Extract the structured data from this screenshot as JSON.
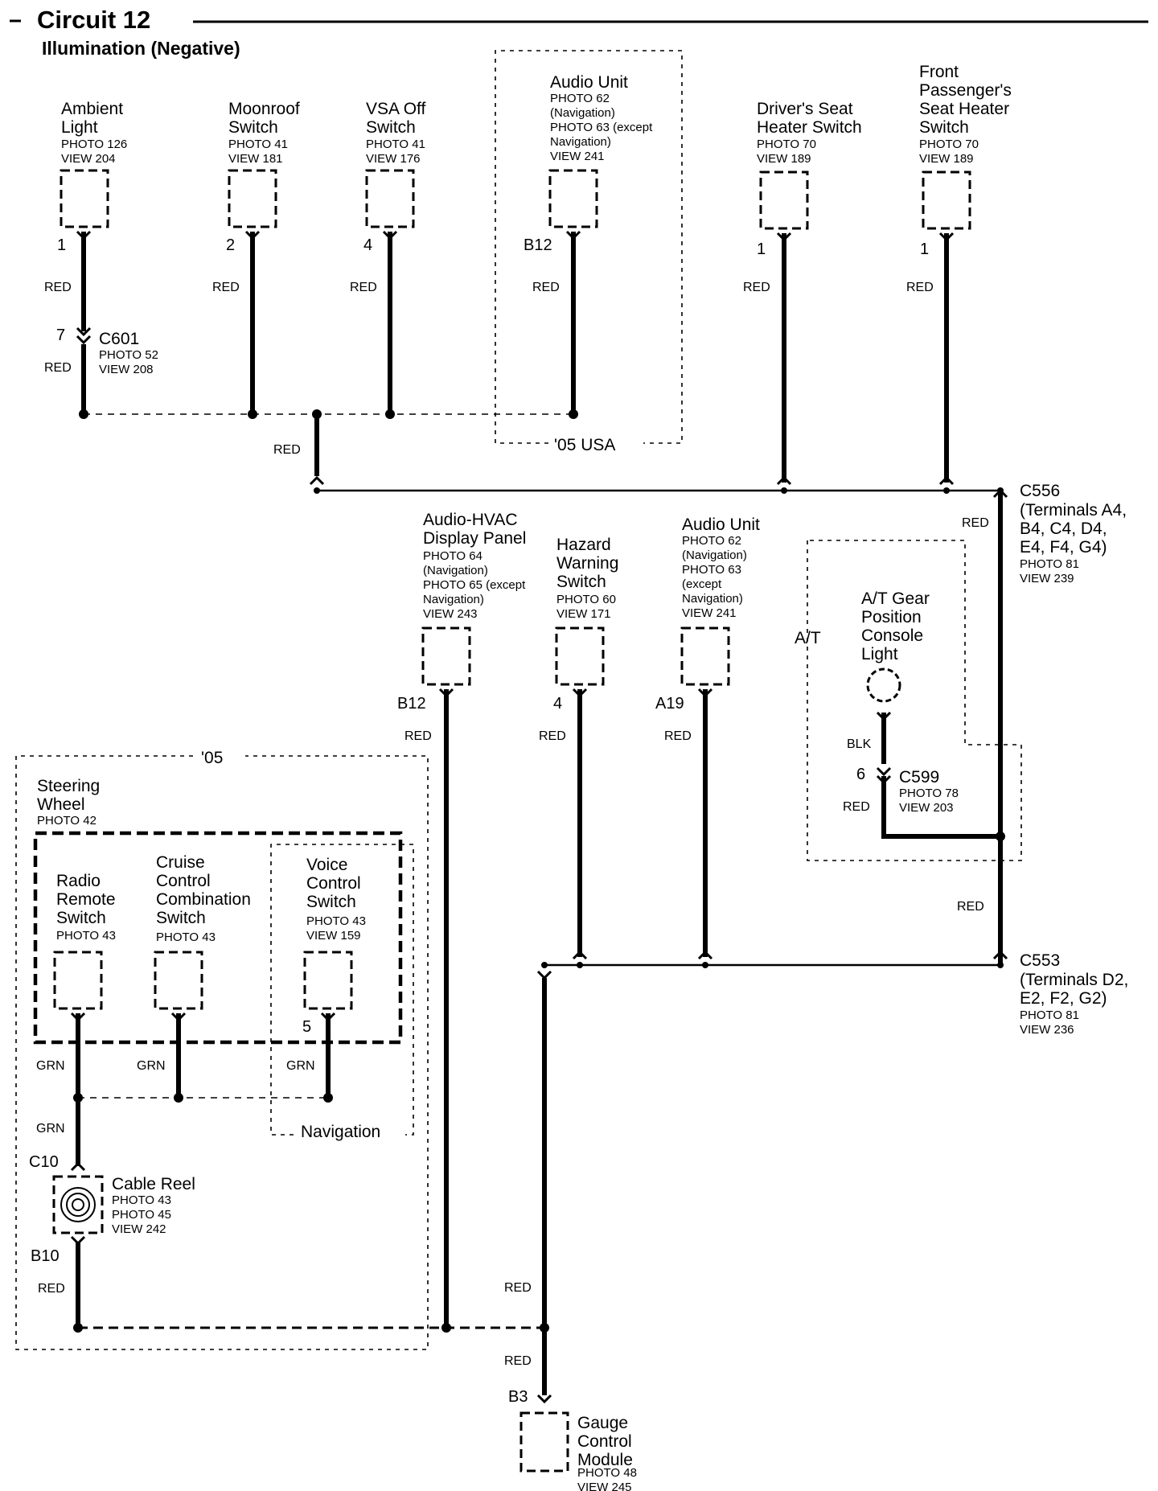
{
  "title": "Circuit 12",
  "subtitle": "Illumination (Negative)",
  "components": {
    "ambient_light": {
      "name": [
        "Ambient",
        "Light"
      ],
      "refs": [
        "PHOTO 126",
        "VIEW 204"
      ],
      "pin": "1",
      "wire": "RED"
    },
    "moonroof_switch": {
      "name": [
        "Moonroof",
        "Switch"
      ],
      "refs": [
        "PHOTO 41",
        "VIEW 181"
      ],
      "pin": "2",
      "wire": "RED"
    },
    "vsa_off_switch": {
      "name": [
        "VSA Off",
        "Switch"
      ],
      "refs": [
        "PHOTO 41",
        "VIEW 176"
      ],
      "pin": "4",
      "wire": "RED"
    },
    "audio_unit_top": {
      "name": [
        "Audio Unit"
      ],
      "refs": [
        "PHOTO 62",
        "(Navigation)",
        "PHOTO 63 (except",
        "Navigation)",
        "VIEW 241"
      ],
      "pin": "B12",
      "wire": "RED",
      "zone_label": "'05 USA"
    },
    "drivers_seat_heater_switch": {
      "name": [
        "Driver's Seat",
        "Heater Switch"
      ],
      "refs": [
        "PHOTO 70",
        "VIEW 189"
      ],
      "pin": "1",
      "wire": "RED"
    },
    "front_passenger_seat_heater_switch": {
      "name": [
        "Front",
        "Passenger's",
        "Seat Heater",
        "Switch"
      ],
      "refs": [
        "PHOTO 70",
        "VIEW 189"
      ],
      "pin": "1",
      "wire": "RED"
    },
    "audio_hvac_display_panel": {
      "name": [
        "Audio-HVAC",
        "Display Panel"
      ],
      "refs": [
        "PHOTO 64",
        "(Navigation)",
        "PHOTO 65 (except",
        "Navigation)",
        "VIEW 243"
      ],
      "pin": "B12",
      "wire": "RED"
    },
    "hazard_warning_switch": {
      "name": [
        "Hazard",
        "Warning",
        "Switch"
      ],
      "refs": [
        "PHOTO 60",
        "VIEW 171"
      ],
      "pin": "4",
      "wire": "RED"
    },
    "audio_unit_mid": {
      "name": [
        "Audio Unit"
      ],
      "refs": [
        "PHOTO 62",
        "(Navigation)",
        "PHOTO 63",
        "(except",
        "Navigation)",
        "VIEW 241"
      ],
      "pin": "A19",
      "wire": "RED"
    },
    "at_gear_position_console_light": {
      "name": [
        "A/T Gear",
        "Position",
        "Console",
        "Light"
      ],
      "zone_label": "A/T",
      "wire_top": "BLK",
      "wire_bottom": "RED"
    },
    "steering_wheel": {
      "zone_label": "'05",
      "name": [
        "Steering",
        "Wheel"
      ],
      "refs": [
        "PHOTO 42"
      ]
    },
    "radio_remote_switch": {
      "name": [
        "Radio",
        "Remote",
        "Switch"
      ],
      "refs": [
        "PHOTO 43"
      ],
      "wire": "GRN"
    },
    "cruise_control_combination_switch": {
      "name": [
        "Cruise",
        "Control",
        "Combination",
        "Switch"
      ],
      "refs": [
        "PHOTO 43"
      ],
      "wire": "GRN"
    },
    "voice_control_switch": {
      "name": [
        "Voice",
        "Control",
        "Switch"
      ],
      "refs": [
        "PHOTO 43",
        "VIEW 159"
      ],
      "pin": "5",
      "wire": "GRN",
      "zone_label": "Navigation"
    },
    "cable_reel": {
      "name": [
        "Cable Reel"
      ],
      "refs": [
        "PHOTO 43",
        "PHOTO 45",
        "VIEW 242"
      ],
      "pin_top": "C10",
      "pin_bottom": "B10",
      "wire_top": "GRN",
      "wire_bottom": "RED"
    },
    "gauge_control_module": {
      "name": [
        "Gauge",
        "Control",
        "Module"
      ],
      "refs": [
        "PHOTO 48",
        "VIEW 245"
      ],
      "pin": "B3",
      "wire_top": "RED",
      "wire_bottom": "RED"
    }
  },
  "connectors": {
    "c601": {
      "name": "C601",
      "refs": [
        "PHOTO 52",
        "VIEW 208"
      ],
      "pin": "7",
      "wire_below": "RED"
    },
    "c599": {
      "name": "C599",
      "refs": [
        "PHOTO 78",
        "VIEW 203"
      ],
      "pin": "6"
    },
    "c556": {
      "name": "C556",
      "refs": [
        "(Terminals A4,",
        "B4, C4, D4,",
        "E4, F4, G4)",
        "PHOTO 81",
        "VIEW 239"
      ]
    },
    "c553": {
      "name": "C553",
      "refs": [
        "(Terminals D2,",
        "E2, F2, G2)",
        "PHOTO 81",
        "VIEW 236"
      ]
    }
  },
  "wires": {
    "top_bus_drop": "RED",
    "right_trunk_upper": "RED",
    "right_trunk_lower": "RED"
  }
}
